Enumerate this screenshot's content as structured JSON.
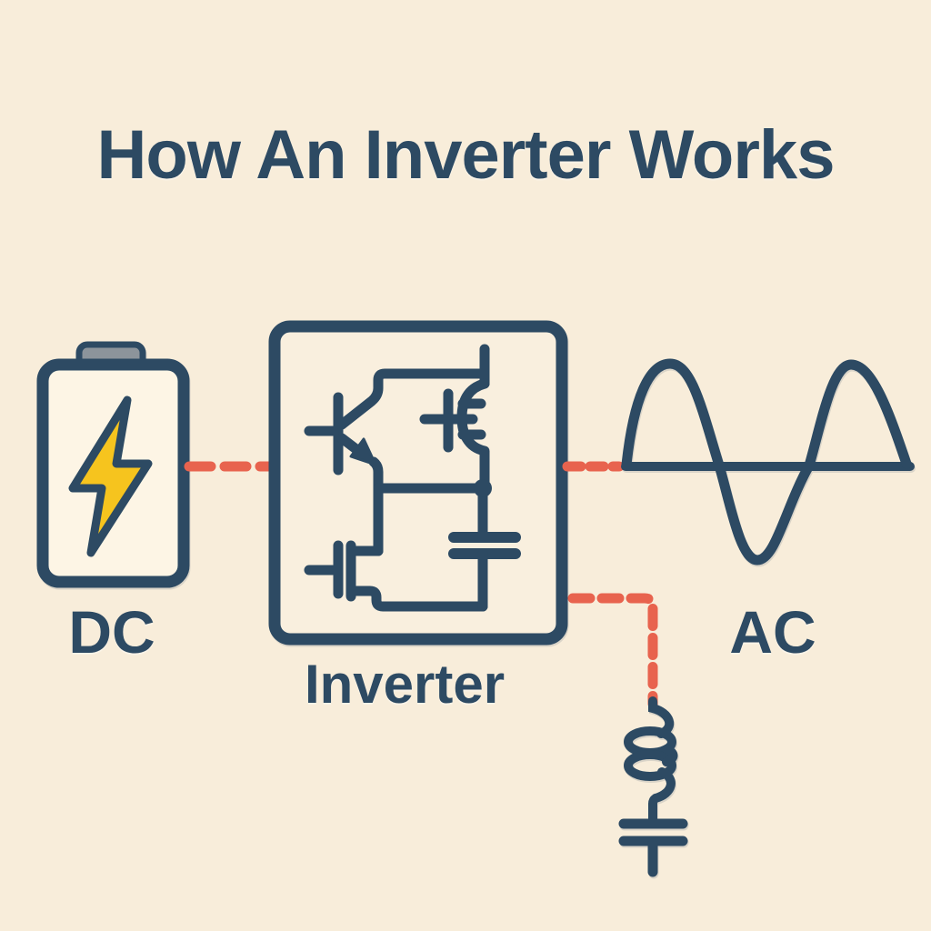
{
  "title": "How An Inverter Works",
  "colors": {
    "background": "#f8edda",
    "ink": "#2d4a63",
    "connector": "#e8634e",
    "bolt": "#f6c41e",
    "battery-cap": "#8c949b",
    "panel-fill": "#fdf5e5",
    "box-fill": "#f9efde"
  },
  "diagram": {
    "input": {
      "label": "DC",
      "icon": "battery-lightning-icon"
    },
    "converter": {
      "label": "Inverter",
      "icon": "inverter-circuit-icon"
    },
    "output": {
      "label": "AC",
      "icon": "sine-wave-icon"
    },
    "connections": [
      {
        "from": "DC",
        "to": "Inverter",
        "style": "dashed"
      },
      {
        "from": "Inverter",
        "to": "AC",
        "style": "dashed"
      },
      {
        "from": "Inverter",
        "to": "LC filter",
        "style": "dashed"
      }
    ],
    "filter_branch": {
      "components": [
        "inductor",
        "capacitor"
      ]
    }
  }
}
